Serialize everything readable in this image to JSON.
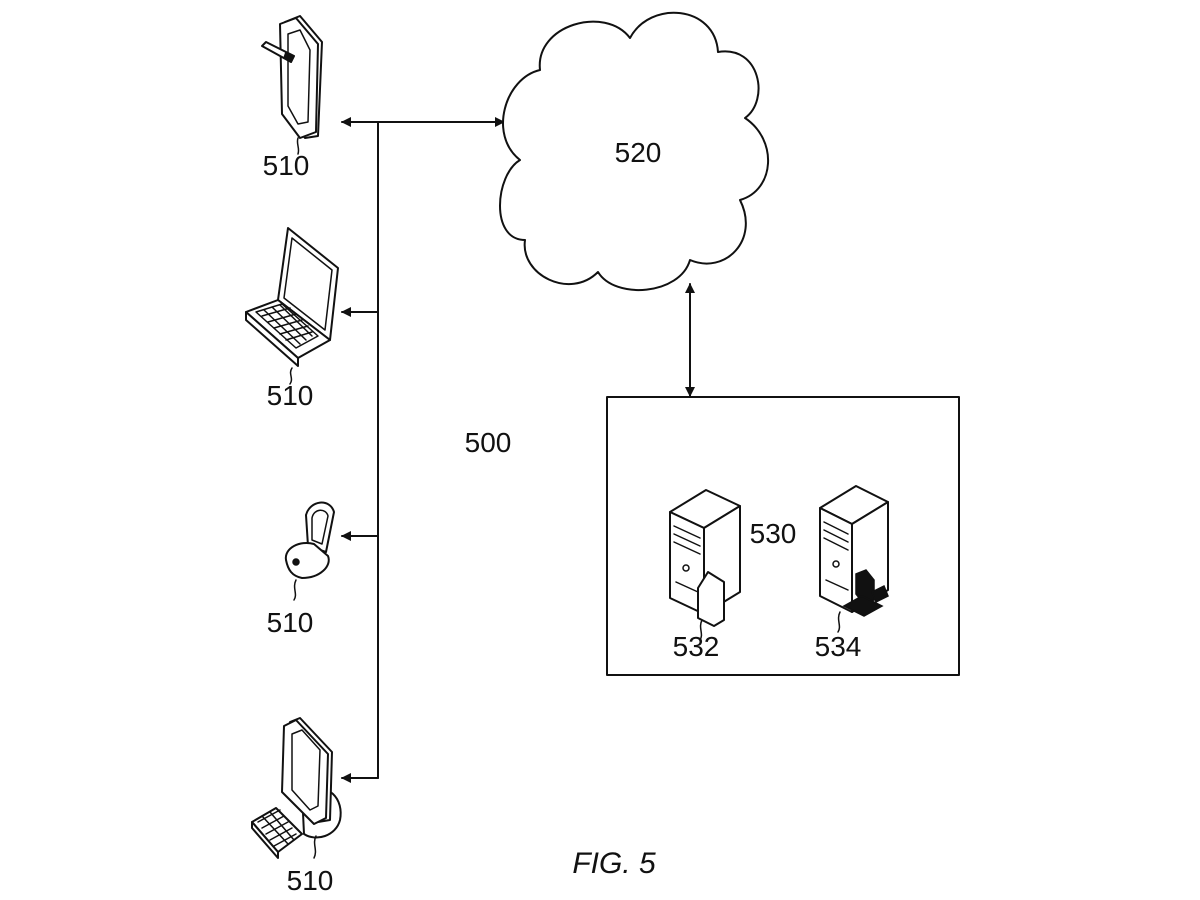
{
  "figure": {
    "caption": "FIG. 5",
    "system_label": "500",
    "network": {
      "label": "520"
    },
    "client_devices": [
      {
        "label": "510",
        "icon": "tablet-with-stylus-icon"
      },
      {
        "label": "510",
        "icon": "laptop-icon"
      },
      {
        "label": "510",
        "icon": "flip-phone-icon"
      },
      {
        "label": "510",
        "icon": "desktop-computer-icon"
      }
    ],
    "server_system": {
      "label": "530",
      "servers": [
        {
          "label": "532",
          "icon": "server-with-document-icon"
        },
        {
          "label": "534",
          "icon": "server-with-workstation-icon"
        }
      ]
    }
  }
}
